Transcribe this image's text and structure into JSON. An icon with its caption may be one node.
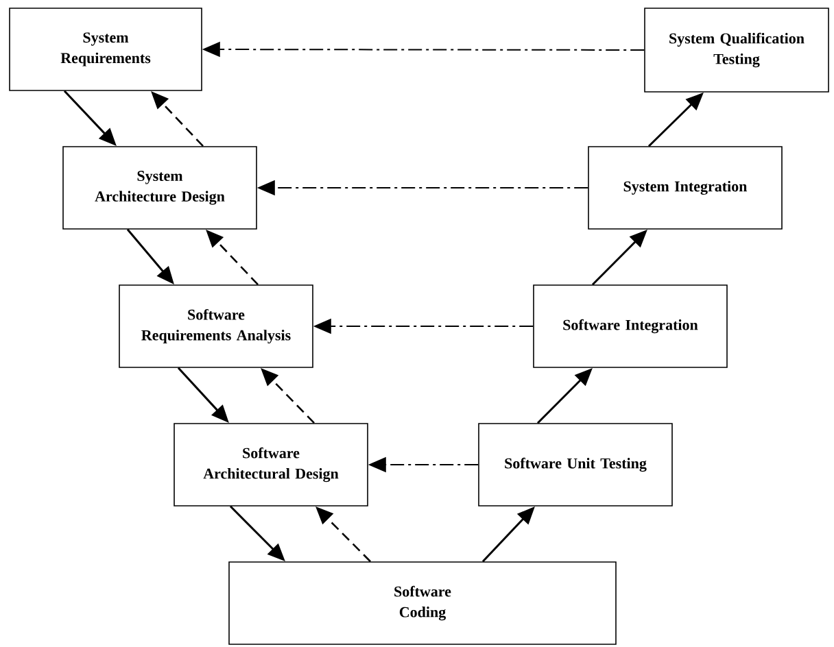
{
  "diagram": {
    "nodes": [
      {
        "text": [
          "System Requirements"
        ]
      },
      {
        "text": [
          "System Qualification Testing"
        ]
      },
      {
        "text": [
          "System Architecture Design"
        ]
      },
      {
        "text": [
          "System Integration"
        ]
      },
      {
        "text": [
          "Software Requirements Analysis"
        ]
      },
      {
        "text": [
          "Software Integration"
        ]
      },
      {
        "text": [
          "Software Architectural Design"
        ]
      },
      {
        "text": [
          "Software Unit Testing"
        ]
      },
      {
        "text": [
          "Software Coding"
        ]
      }
    ],
    "edges": [
      {
        "from": 0,
        "to": 2,
        "arrow": "to"
      },
      {
        "from": 2,
        "to": 0,
        "arrow": "to",
        "style": "dashed"
      },
      {
        "from": 2,
        "to": 4,
        "arrow": "to"
      },
      {
        "from": 4,
        "to": 2,
        "arrow": "to",
        "style": "dashed"
      },
      {
        "from": 4,
        "to": 6,
        "arrow": "to"
      },
      {
        "from": 6,
        "to": 4,
        "arrow": "to",
        "style": "dashed"
      },
      {
        "from": 6,
        "to": 8,
        "arrow": "to"
      },
      {
        "from": 8,
        "to": 6,
        "arrow": "to",
        "style": "dashed"
      },
      {
        "from": 8,
        "to": 7,
        "arrow": "to"
      },
      {
        "from": 7,
        "to": 5,
        "arrow": "to"
      },
      {
        "from": 5,
        "to": 3,
        "arrow": "to"
      },
      {
        "from": 3,
        "to": 1,
        "arrow": "to"
      },
      {
        "from": 1,
        "to": 0,
        "arrow": "to",
        "style": "dashed"
      },
      {
        "from": 3,
        "to": 2,
        "arrow": "to",
        "style": "dashed"
      },
      {
        "from": 5,
        "to": 4,
        "arrow": "to",
        "style": "dashed"
      },
      {
        "from": 7,
        "to": 6,
        "arrow": "to",
        "style": "dashed"
      }
    ]
  }
}
